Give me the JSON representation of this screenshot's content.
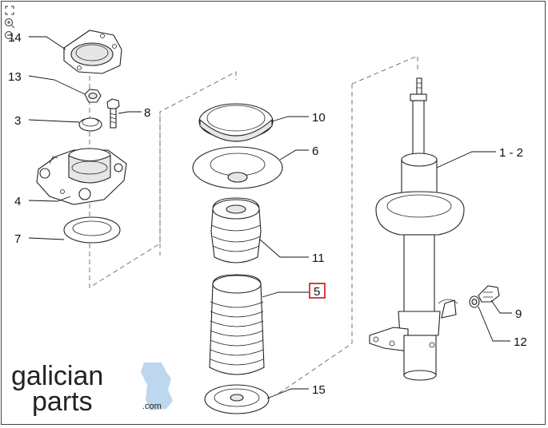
{
  "callouts": {
    "c14": "14",
    "c13": "13",
    "c3": "3",
    "c8": "8",
    "c4": "4",
    "c7": "7",
    "c10": "10",
    "c6": "6",
    "c11": "11",
    "c5": "5",
    "c15": "15",
    "c1_2": "1 - 2",
    "c9": "9",
    "c12": "12"
  },
  "highlight_color": "#cc0000",
  "logo": {
    "line1": "galician",
    "line2": "parts",
    "suffix": ".com",
    "accent_color": "#bcd7ee"
  },
  "controls": {
    "fullscreen_icon": "fullscreen-icon",
    "zoom_in_icon": "zoom-in-icon",
    "zoom_out_icon": "zoom-out-icon"
  }
}
